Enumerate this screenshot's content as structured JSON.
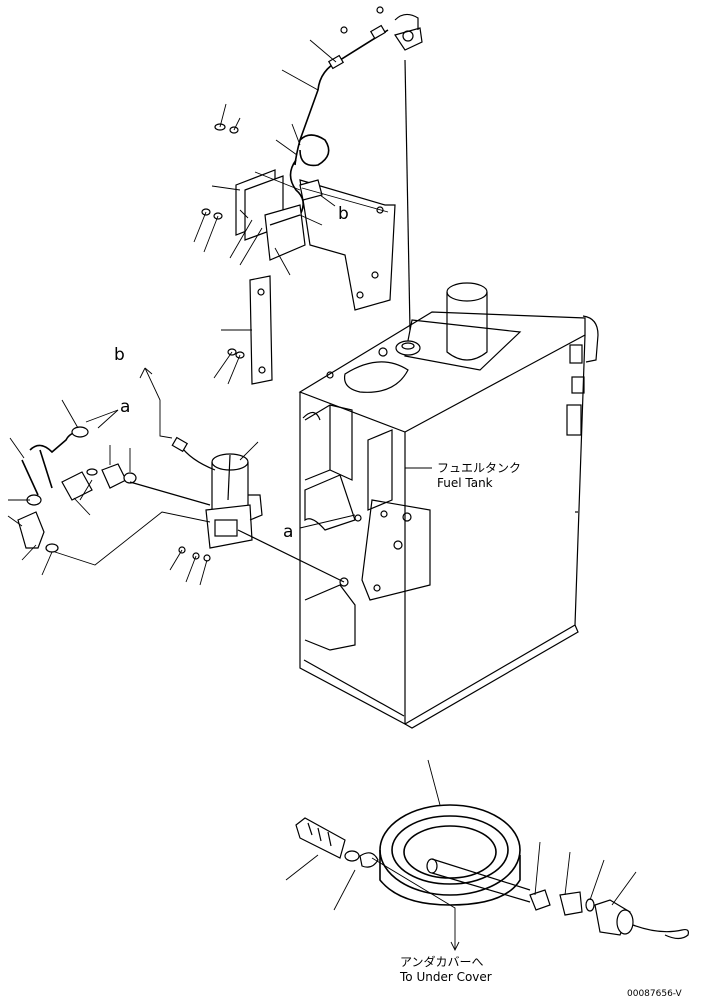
{
  "labels": {
    "fuel_tank_jp": "フュエルタンク",
    "fuel_tank_en": "Fuel Tank",
    "under_cover_jp": "アンダカバーへ",
    "under_cover_en": "To Under Cover",
    "ref_a_top": "a",
    "ref_a_mid": "a",
    "ref_b_top": "b",
    "ref_b_mid": "b",
    "drawing_code": "00087656-V"
  }
}
